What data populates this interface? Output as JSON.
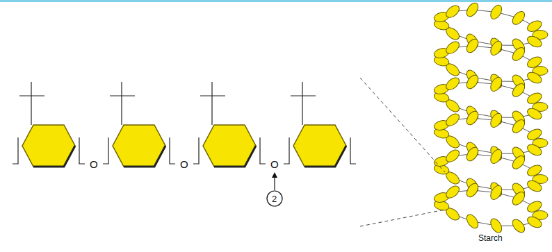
{
  "diagram": {
    "labels": [
      "O",
      "O",
      "O",
      "2",
      "Starch"
    ]
  }
}
